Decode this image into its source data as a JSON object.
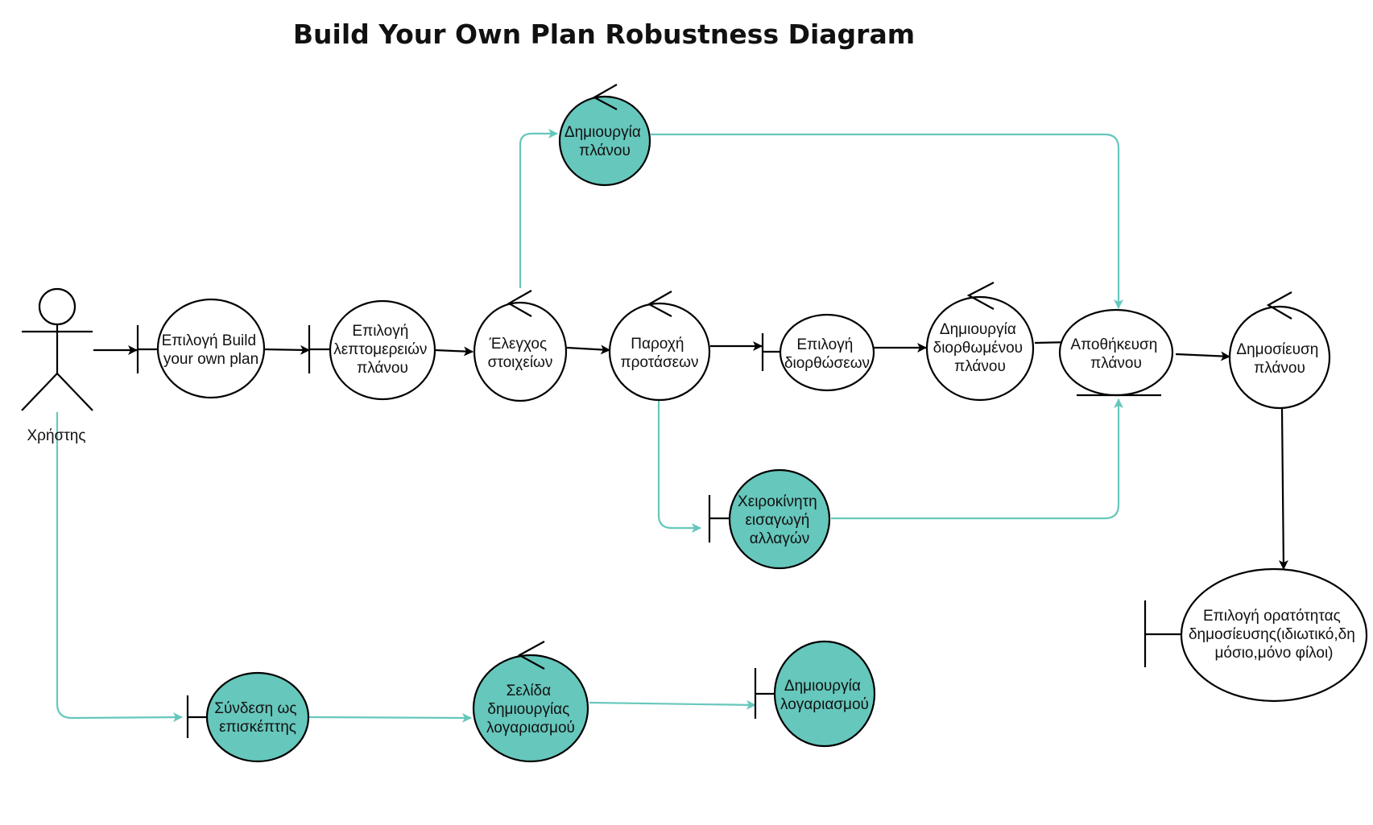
{
  "title": "Build Your Own Plan Robustness Diagram",
  "colors": {
    "teal": "#66c7bc",
    "black": "#000000",
    "white": "#ffffff"
  },
  "actor": {
    "label": "Χρήστης"
  },
  "nodes": [
    {
      "id": "select-byop",
      "kind": "boundary",
      "lines": [
        "Επιλογή Build",
        "your own plan"
      ]
    },
    {
      "id": "select-details",
      "kind": "boundary",
      "lines": [
        "Επιλογή",
        "λεπτομερειών",
        "πλάνου"
      ]
    },
    {
      "id": "check-data",
      "kind": "control",
      "lines": [
        "Έλεγχος",
        "στοιχείων"
      ]
    },
    {
      "id": "create-plan",
      "kind": "control",
      "teal": true,
      "lines": [
        "Δημιουργία",
        "πλάνου"
      ]
    },
    {
      "id": "provide-suggestions",
      "kind": "control",
      "lines": [
        "Παροχή",
        "προτάσεων"
      ]
    },
    {
      "id": "select-corrections",
      "kind": "boundary",
      "lines": [
        "Επιλογή",
        "διορθώσεων"
      ]
    },
    {
      "id": "create-corrected",
      "kind": "control",
      "lines": [
        "Δημιουργία",
        "διορθωμένου",
        "πλάνου"
      ]
    },
    {
      "id": "save-plan",
      "kind": "entity",
      "lines": [
        "Αποθήκευση",
        "πλάνου"
      ]
    },
    {
      "id": "publish-plan",
      "kind": "control",
      "lines": [
        "Δημοσίευση",
        "πλάνου"
      ]
    },
    {
      "id": "manual-changes",
      "kind": "boundary",
      "teal": true,
      "lines": [
        "Χειροκίνητη",
        "εισαγωγή",
        "αλλαγών"
      ]
    },
    {
      "id": "visibility",
      "kind": "boundary",
      "lines": [
        "Επιλογή ορατότητας",
        "δημοσίευσης(ιδιωτικό,δη",
        "μόσιο,μόνο φίλοι)"
      ]
    },
    {
      "id": "guest-login",
      "kind": "boundary",
      "teal": true,
      "lines": [
        "Σύνδεση ως",
        "επισκέπτης"
      ]
    },
    {
      "id": "account-page",
      "kind": "control",
      "teal": true,
      "lines": [
        "Σελίδα",
        "δημιουργίας",
        "λογαριασμού"
      ]
    },
    {
      "id": "create-account",
      "kind": "boundary",
      "teal": true,
      "lines": [
        "Δημιουργία",
        "λογαριασμού"
      ]
    }
  ]
}
